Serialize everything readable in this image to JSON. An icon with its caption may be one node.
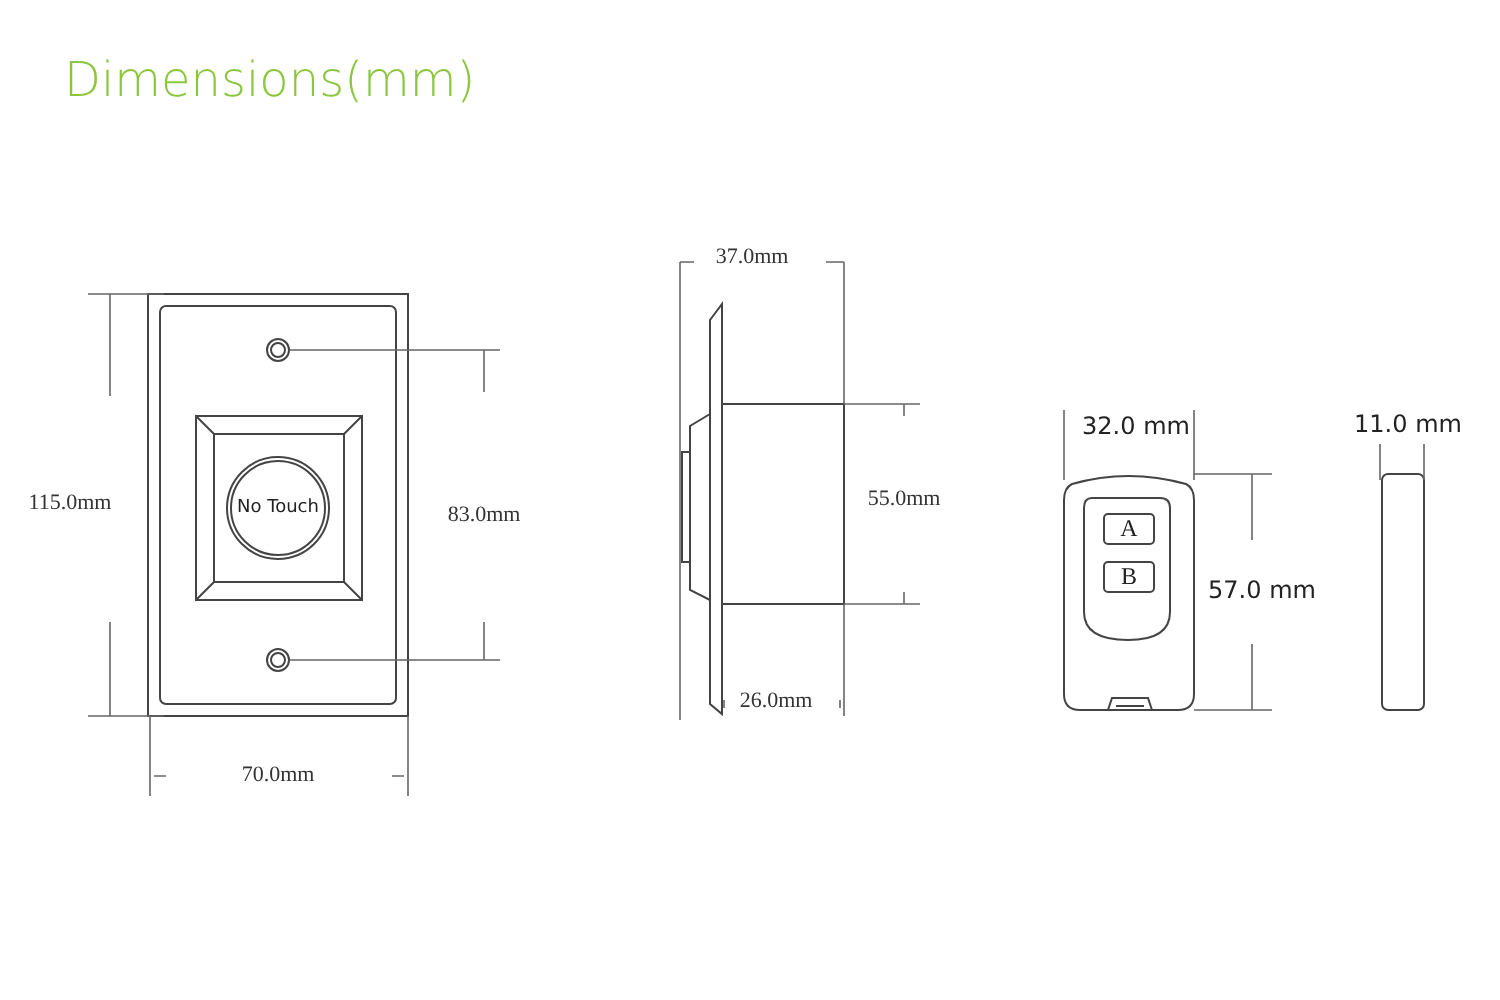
{
  "diagram": {
    "title": "Dimensions(mm)",
    "nodes": [
      {
        "text": [
          "No Touch"
        ]
      },
      {
        "text": [
          "A"
        ]
      },
      {
        "text": [
          "B"
        ]
      }
    ],
    "labels": [
      "115.0mm",
      "83.0mm",
      "70.0mm",
      "37.0mm",
      "55.0mm",
      "26.0mm",
      "32.0 mm",
      "57.0 mm",
      "11.0 mm"
    ]
  }
}
